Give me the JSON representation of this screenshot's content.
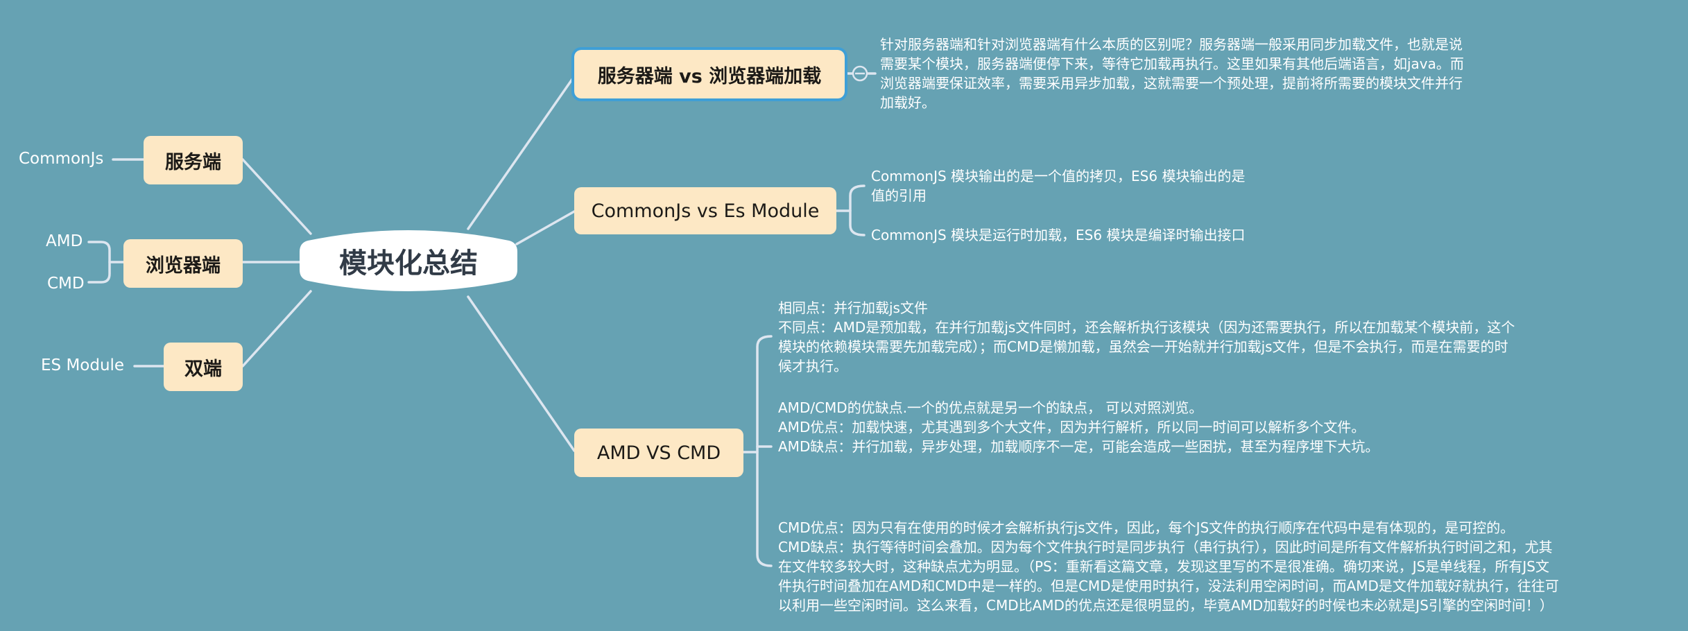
{
  "central": {
    "label": "模块化总结"
  },
  "left_branches": [
    {
      "label": "服务端",
      "children": [
        "CommonJs"
      ]
    },
    {
      "label": "浏览器端",
      "children": [
        "AMD",
        "CMD"
      ]
    },
    {
      "label": "双端",
      "children": [
        "ES Module"
      ]
    }
  ],
  "right_branches": [
    {
      "label": "服务器端 vs 浏览器端加载",
      "selected": true,
      "collapse_toggle": "minus-circle",
      "note": [
        "针对服务器端和针对浏览器端有什么本质的区别呢？服务器端一般采用同步加载文件，也就是说",
        "需要某个模块，服务器端便停下来，等待它加载再执行。这里如果有其他后端语言，如java。而",
        "浏览器端要保证效率，需要采用异步加载，这就需要一个预处理，提前将所需要的模块文件并行",
        "加载好。"
      ]
    },
    {
      "label": "CommonJs vs Es Module",
      "children": [
        [
          "CommonJS 模块输出的是一个值的拷贝，ES6 模块输出的是",
          "值的引用"
        ],
        [
          "CommonJS 模块是运行时加载，ES6 模块是编译时输出接口"
        ]
      ]
    },
    {
      "label": "AMD VS CMD",
      "children": [
        [
          "相同点：并行加载js文件",
          "不同点：AMD是预加载，在并行加载js文件同时，还会解析执行该模块（因为还需要执行，所以在加载某个模块前，这个",
          "模块的依赖模块需要先加载完成）；而CMD是懒加载，虽然会一开始就并行加载js文件，但是不会执行，而是在需要的时",
          "候才执行。"
        ],
        [
          "AMD/CMD的优缺点.一个的优点就是另一个的缺点，  可以对照浏览。",
          "AMD优点：加载快速，尤其遇到多个大文件，因为并行解析，所以同一时间可以解析多个文件。",
          "AMD缺点：并行加载，异步处理，加载顺序不一定，可能会造成一些困扰，甚至为程序埋下大坑。"
        ],
        [
          "CMD优点：因为只有在使用的时候才会解析执行js文件，因此，每个JS文件的执行顺序在代码中是有体现的，是可控的。",
          "CMD缺点：执行等待时间会叠加。因为每个文件执行时是同步执行（串行执行），因此时间是所有文件解析执行时间之和，尤其",
          "在文件较多较大时，这种缺点尤为明显。（PS：重新看这篇文章，发现这里写的不是很准确。确切来说，JS是单线程，所有JS文",
          "件执行时间叠加在AMD和CMD中是一样的。但是CMD是使用时执行，没法利用空闲时间，而AMD是文件加载好就执行，往往可",
          "以利用一些空闲时间。这么来看，CMD比AMD的优点还是很明显的，毕竟AMD加载好的时候也未必就是JS引擎的空闲时间！）"
        ]
      ]
    }
  ],
  "colors": {
    "background": "#66a2b3",
    "node_fill": "#fde8c5",
    "central_fill": "#ffffff",
    "line": "#dde6f0",
    "selected_outline": "#3f9fd6",
    "text_dark": "#1c1a17",
    "central_text": "#313b47"
  }
}
